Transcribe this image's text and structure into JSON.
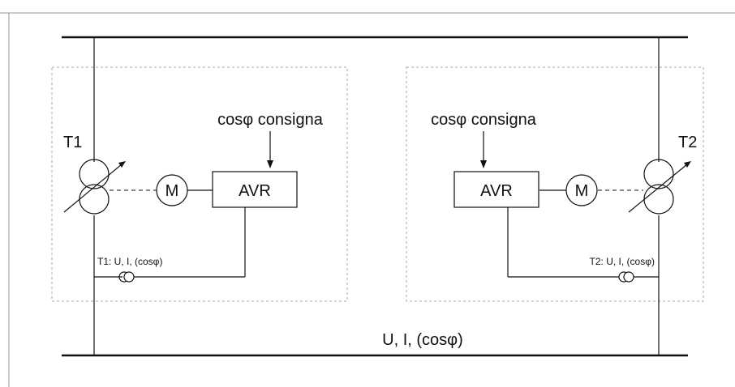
{
  "diagram": {
    "top_caption": "",
    "transformer_left": {
      "name": "T1",
      "avr_label": "AVR",
      "motor_label": "M",
      "setpoint_label": "cosφ consigna",
      "measurement_label": "T1: U, I, (cosφ)"
    },
    "transformer_right": {
      "name": "T2",
      "avr_label": "AVR",
      "motor_label": "M",
      "setpoint_label": "cosφ consigna",
      "measurement_label": "T2: U, I, (cosφ)"
    },
    "bus_label": "U, I, (cosφ)",
    "colors": {
      "line": "#111111",
      "dashed_box": "#aaaaaa",
      "frame": "#999999"
    }
  }
}
